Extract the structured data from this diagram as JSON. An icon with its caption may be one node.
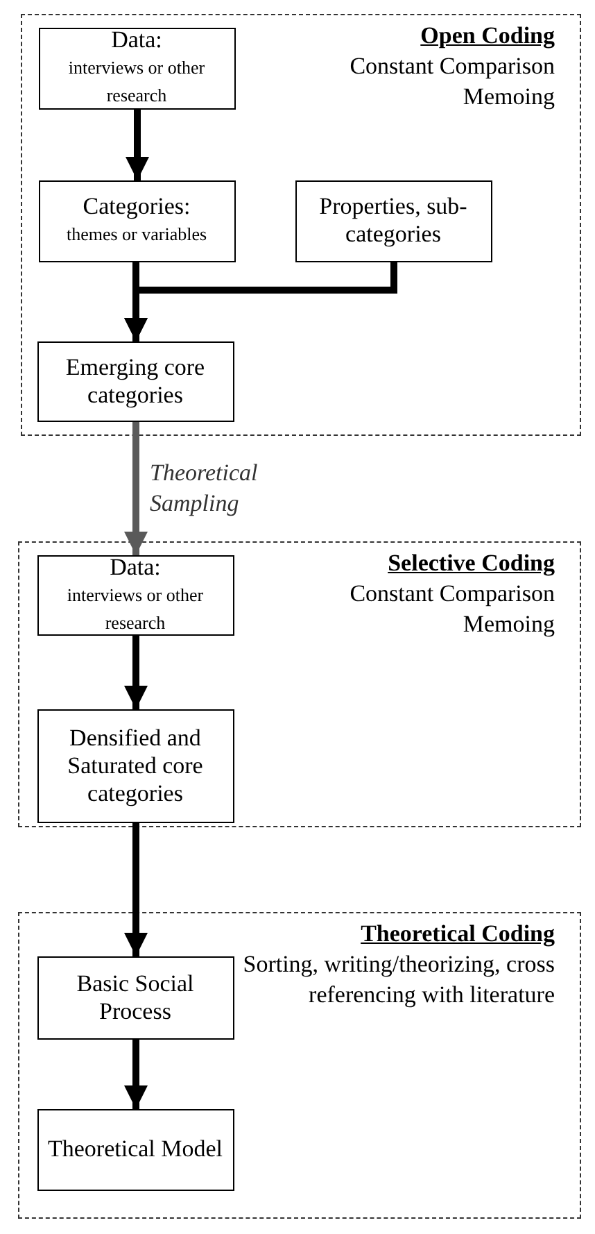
{
  "diagram": {
    "nodes": [
      {
        "text": [
          "Open Coding",
          "Constant Comparison",
          "Memoing"
        ]
      },
      {
        "text": [
          "Data:",
          "interviews or other research"
        ],
        "in": 0
      },
      {
        "text": [
          "Categories:",
          "themes or variables"
        ],
        "in": 0
      },
      {
        "text": [
          "Properties, sub-categories"
        ],
        "in": 0
      },
      {
        "text": [
          "Emerging core categories"
        ],
        "in": 0
      },
      {
        "text": [
          "Selective Coding",
          "Constant Comparison",
          "Memoing"
        ]
      },
      {
        "text": [
          "Data:",
          "interviews or other research"
        ],
        "in": 5
      },
      {
        "text": [
          "Densified and Saturated core categories"
        ],
        "in": 5
      },
      {
        "text": [
          "Theoretical Coding",
          "Sorting, writing/theorizing, cross referencing with literature"
        ]
      },
      {
        "text": [
          "Basic Social Process"
        ],
        "in": 8
      },
      {
        "text": [
          "Theoretical Model"
        ],
        "in": 8
      }
    ],
    "edges": [
      {
        "from": 1,
        "to": 2,
        "arrow": "to"
      },
      {
        "from": 2,
        "to": 4,
        "arrow": "to"
      },
      {
        "from": 3,
        "to": 4,
        "arrow": "to"
      },
      {
        "from": 4,
        "to": 6,
        "arrow": "to",
        "label": "Theoretical Sampling",
        "color": "#5a5a5a"
      },
      {
        "from": 6,
        "to": 7,
        "arrow": "to"
      },
      {
        "from": 7,
        "to": 9,
        "arrow": "to"
      },
      {
        "from": 9,
        "to": 10,
        "arrow": "to"
      }
    ]
  }
}
